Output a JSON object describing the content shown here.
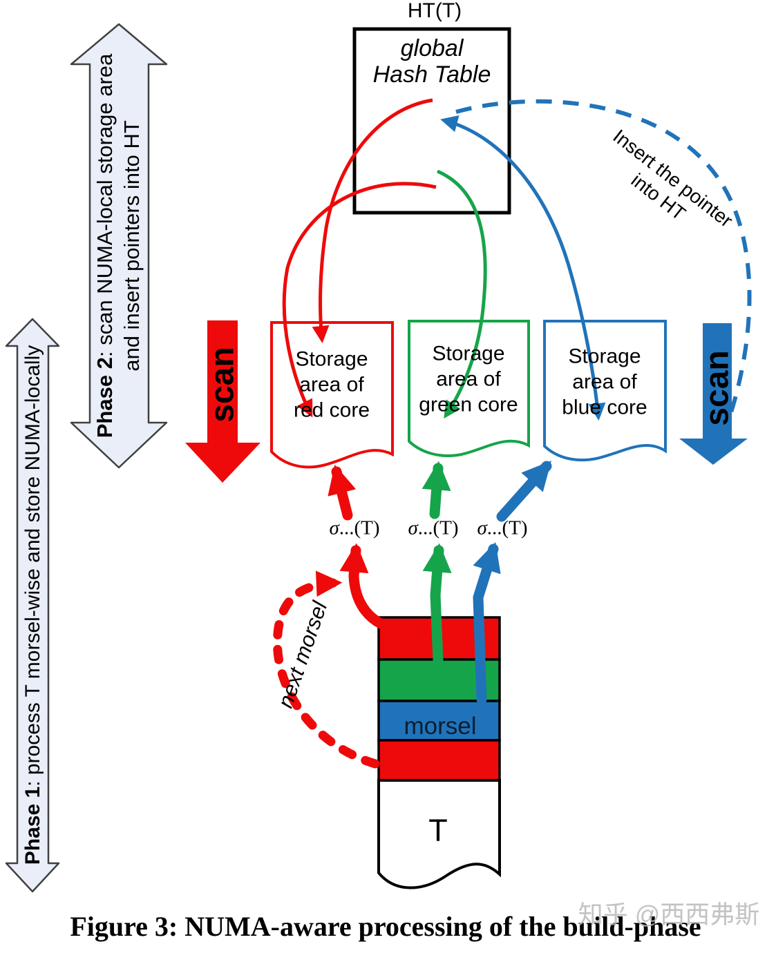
{
  "colors": {
    "red": "#ee0a0a",
    "green": "#16a44a",
    "blue": "#2173b9",
    "phase_fill": "#e9eef8",
    "phase_outline": "#404040",
    "box_outline": "#000000",
    "morsel_text": "#0a1f33",
    "watermark": "#bfbfbf"
  },
  "ht": {
    "label": "HT(T)",
    "line1": "global",
    "line2": "Hash Table"
  },
  "phase2": {
    "bold": "Phase 2",
    "line1_rest": ": scan NUMA-local storage area",
    "line2": "and insert pointers into HT"
  },
  "phase1": {
    "bold": "Phase 1",
    "rest": ": process T morsel-wise and store NUMA-locally"
  },
  "scan": {
    "left": "scan",
    "right": "scan"
  },
  "storage": {
    "red": {
      "line1": "Storage",
      "line2": "area of",
      "line3": "red core"
    },
    "green": {
      "line1": "Storage",
      "line2": "area of",
      "line3": "green core"
    },
    "blue": {
      "line1": "Storage",
      "line2": "area of",
      "line3": "blue core"
    }
  },
  "sigma": {
    "sym": "σ",
    "suffix": "...(T)"
  },
  "annotations": {
    "insert_line1": "Insert the pointer",
    "insert_line2": "into HT",
    "next_morsel": "next morsel"
  },
  "stack": {
    "morsel": "morsel",
    "table": "T"
  },
  "caption": "Figure 3: NUMA-aware processing of the build-phase",
  "watermark": "知乎 @西西弗斯"
}
